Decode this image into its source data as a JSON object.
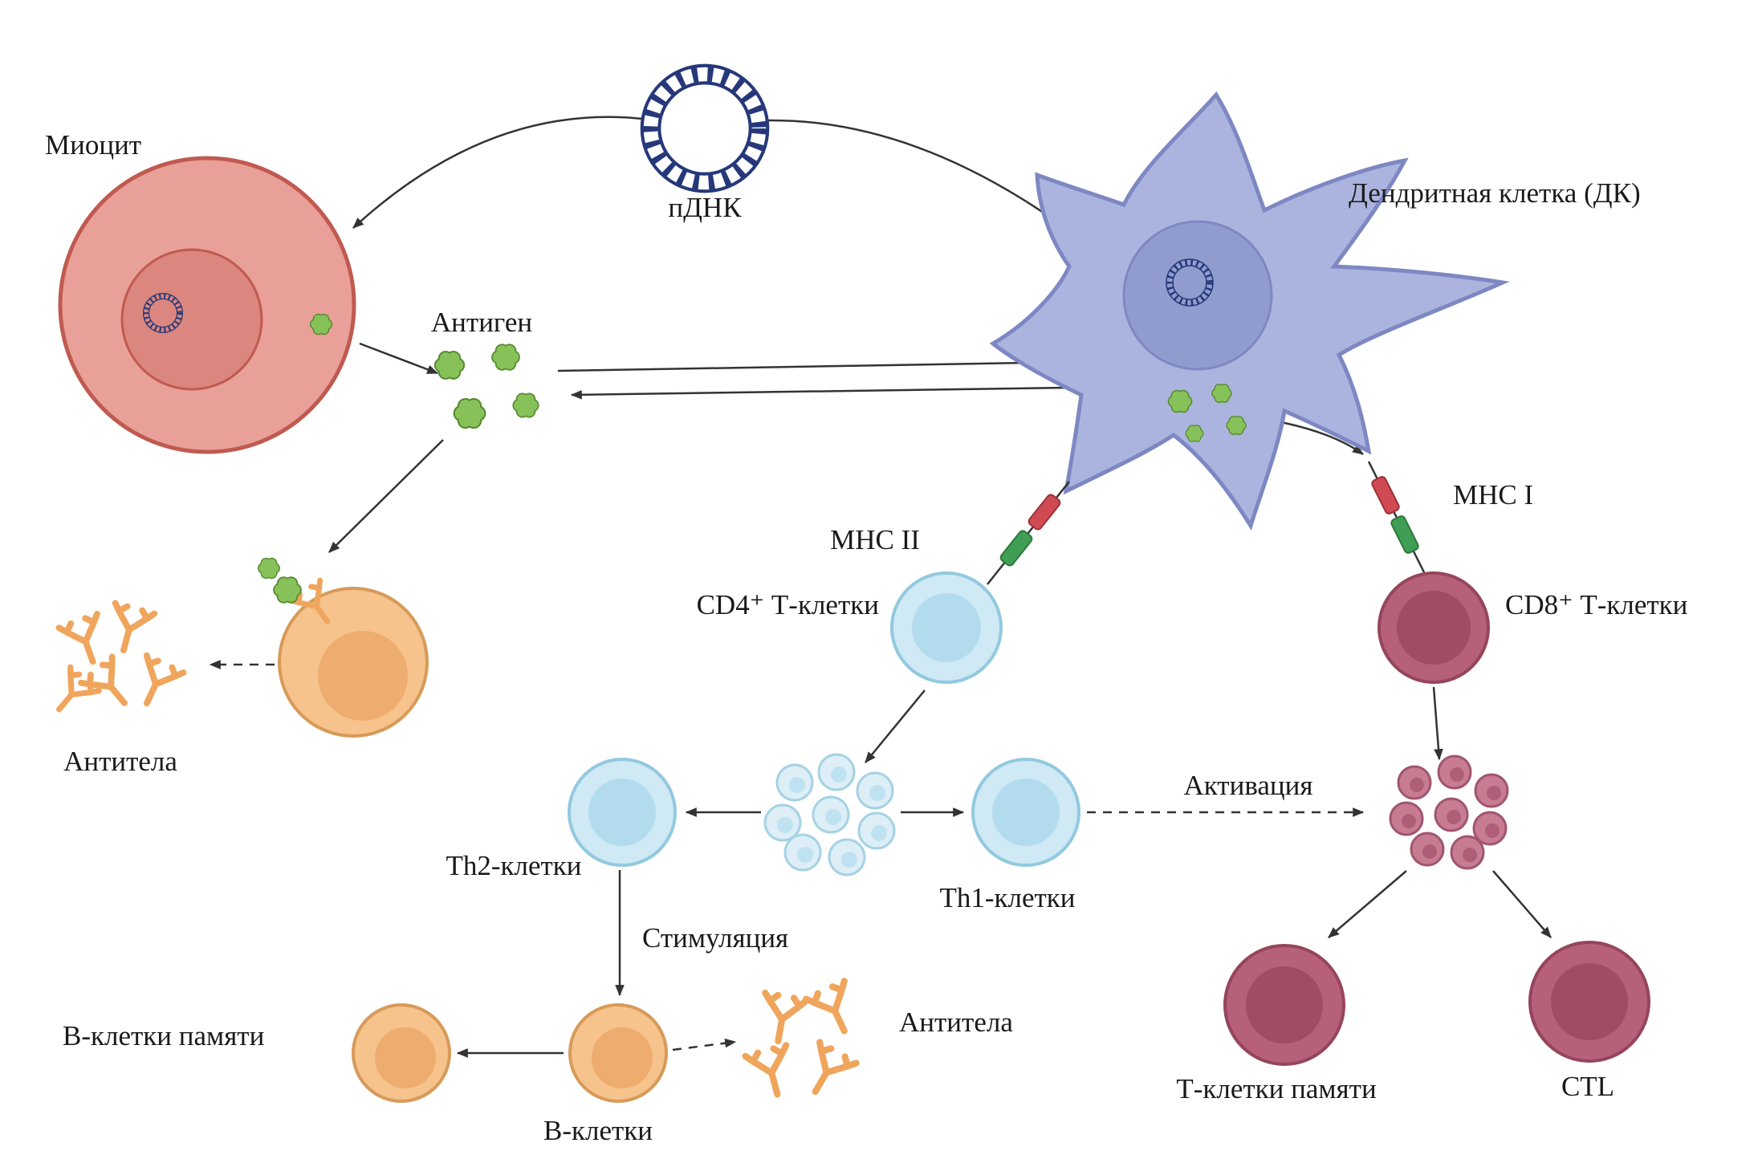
{
  "labels": {
    "myocyte": "Миоцит",
    "pdna": "пДНК",
    "dendritic": "Дендритная клетка (ДК)",
    "antigen": "Антиген",
    "mhc2": "MHC II",
    "mhc1": "MHC I",
    "cd4": "CD4⁺ Т-клетки",
    "cd8": "CD8⁺ Т-клетки",
    "antibodies_left": "Антитела",
    "th2": "Th2-клетки",
    "th1": "Th1-клетки",
    "activation": "Активация",
    "stimulation": "Стимуляция",
    "b_memory": "В-клетки памяти",
    "b_cells": "В-клетки",
    "antibodies_right": "Антитела",
    "t_memory": "Т-клетки памяти",
    "ctl": "CTL"
  },
  "colors": {
    "arrow": "#333333",
    "label-text": "#1a1a1a",
    "myocyte-fill": "#e9a098",
    "myocyte-stroke": "#c05a50",
    "myocyte-nucleus": "#db867e",
    "dendritic-fill": "#abb4de",
    "dendritic-stroke": "#7d88c3",
    "dendritic-nucleus": "#919cce",
    "plasmid": "#26387a",
    "antigen-fill": "#86c159",
    "antigen-stroke": "#55882e",
    "antibody": "#f0a55c",
    "bcell-fill": "#f5c38b",
    "bcell-stroke": "#d79a58",
    "bcell-inner": "#eeac6e",
    "tblue-fill": "#cfe9f5",
    "tblue-stroke": "#92c9df",
    "tblue-inner": "#b2dcee",
    "smallblue-fill": "#ddeef7",
    "smallblue-stroke": "#a6d2e3",
    "smallblue-inner": "#bfe2f0",
    "tred-fill": "#b6607a",
    "tred-stroke": "#95455c",
    "tred-inner": "#a14b64",
    "smallred-fill": "#c87c91",
    "smallred-stroke": "#a05570",
    "smallred-inner": "#ae5e77",
    "mhc-red": "#cf4a52",
    "mhc-green": "#3f9e53"
  }
}
